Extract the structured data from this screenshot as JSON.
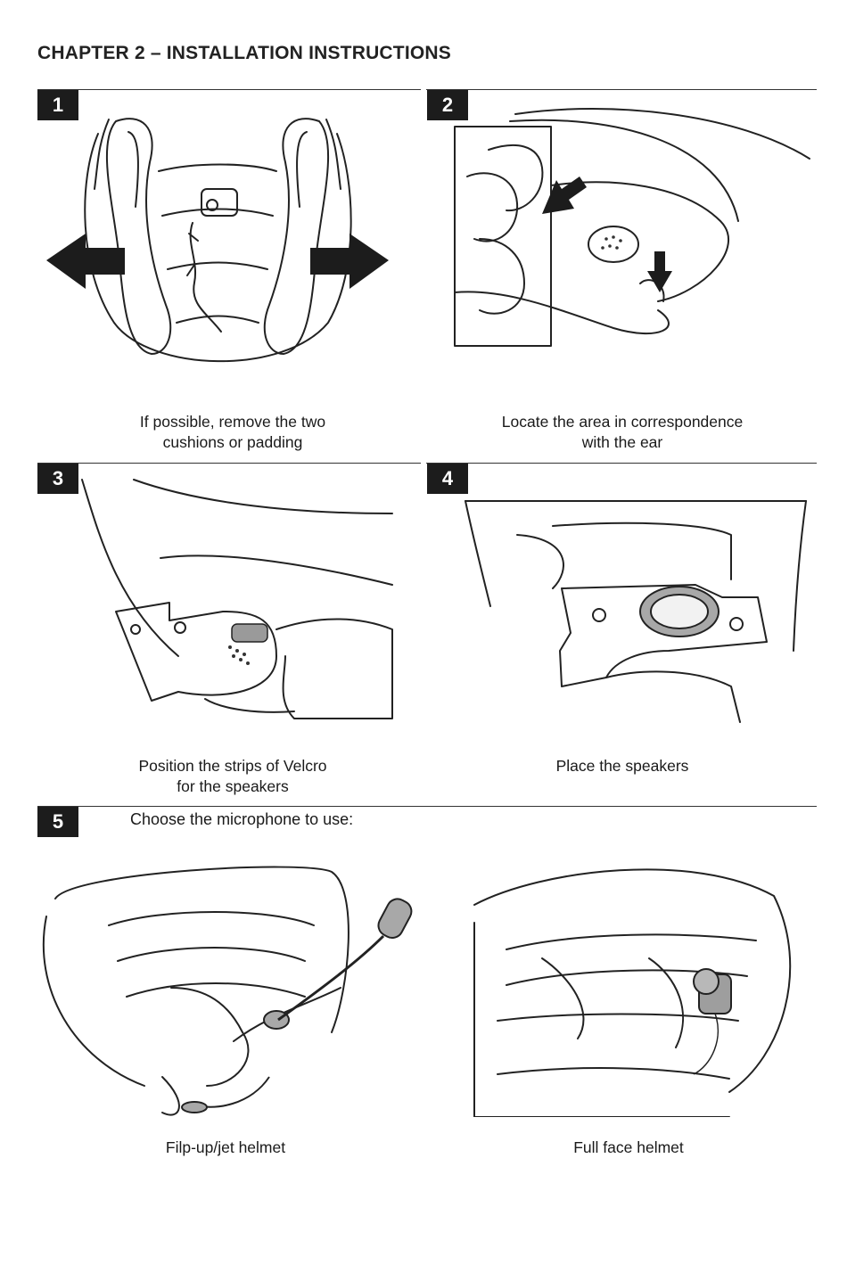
{
  "header": {
    "chapter_title": "CHAPTER 2 – INSTALLATION INSTRUCTIONS"
  },
  "steps": [
    {
      "number": "1",
      "caption_lines": [
        "If possible, remove the two",
        "cushions or padding"
      ]
    },
    {
      "number": "2",
      "caption_lines": [
        "Locate the area in correspondence",
        "with the ear"
      ]
    },
    {
      "number": "3",
      "caption_lines": [
        "Position the strips of Velcro",
        "for the speakers"
      ]
    },
    {
      "number": "4",
      "caption_lines": [
        "Place the speakers"
      ]
    },
    {
      "number": "5",
      "title": "Choose the microphone to use:",
      "options": [
        {
          "caption": "Filp-up/jet helmet"
        },
        {
          "caption": "Full face helmet"
        }
      ]
    }
  ]
}
